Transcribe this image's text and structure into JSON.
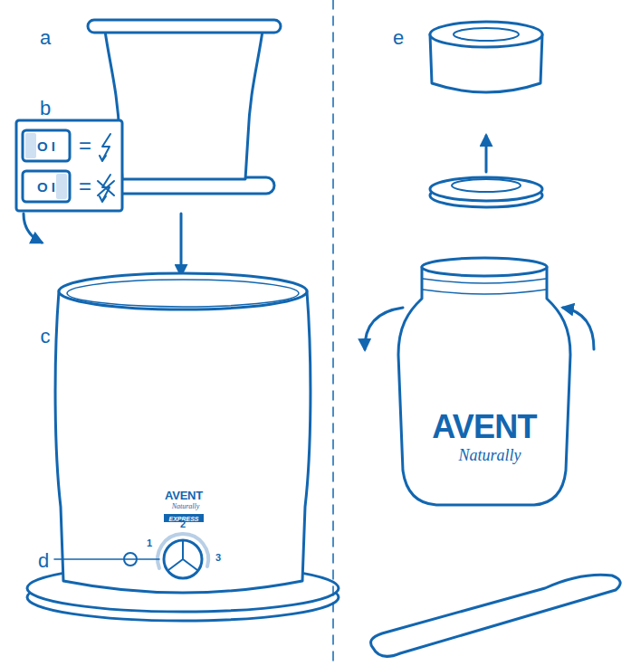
{
  "diagram": {
    "labels": [
      "a",
      "b",
      "O I",
      "=",
      "O I",
      "=",
      "c",
      "AVENT",
      "Naturally",
      "EXPRESS",
      "1",
      "2",
      "3",
      "d",
      "e",
      "AVENT",
      "Naturally"
    ]
  }
}
